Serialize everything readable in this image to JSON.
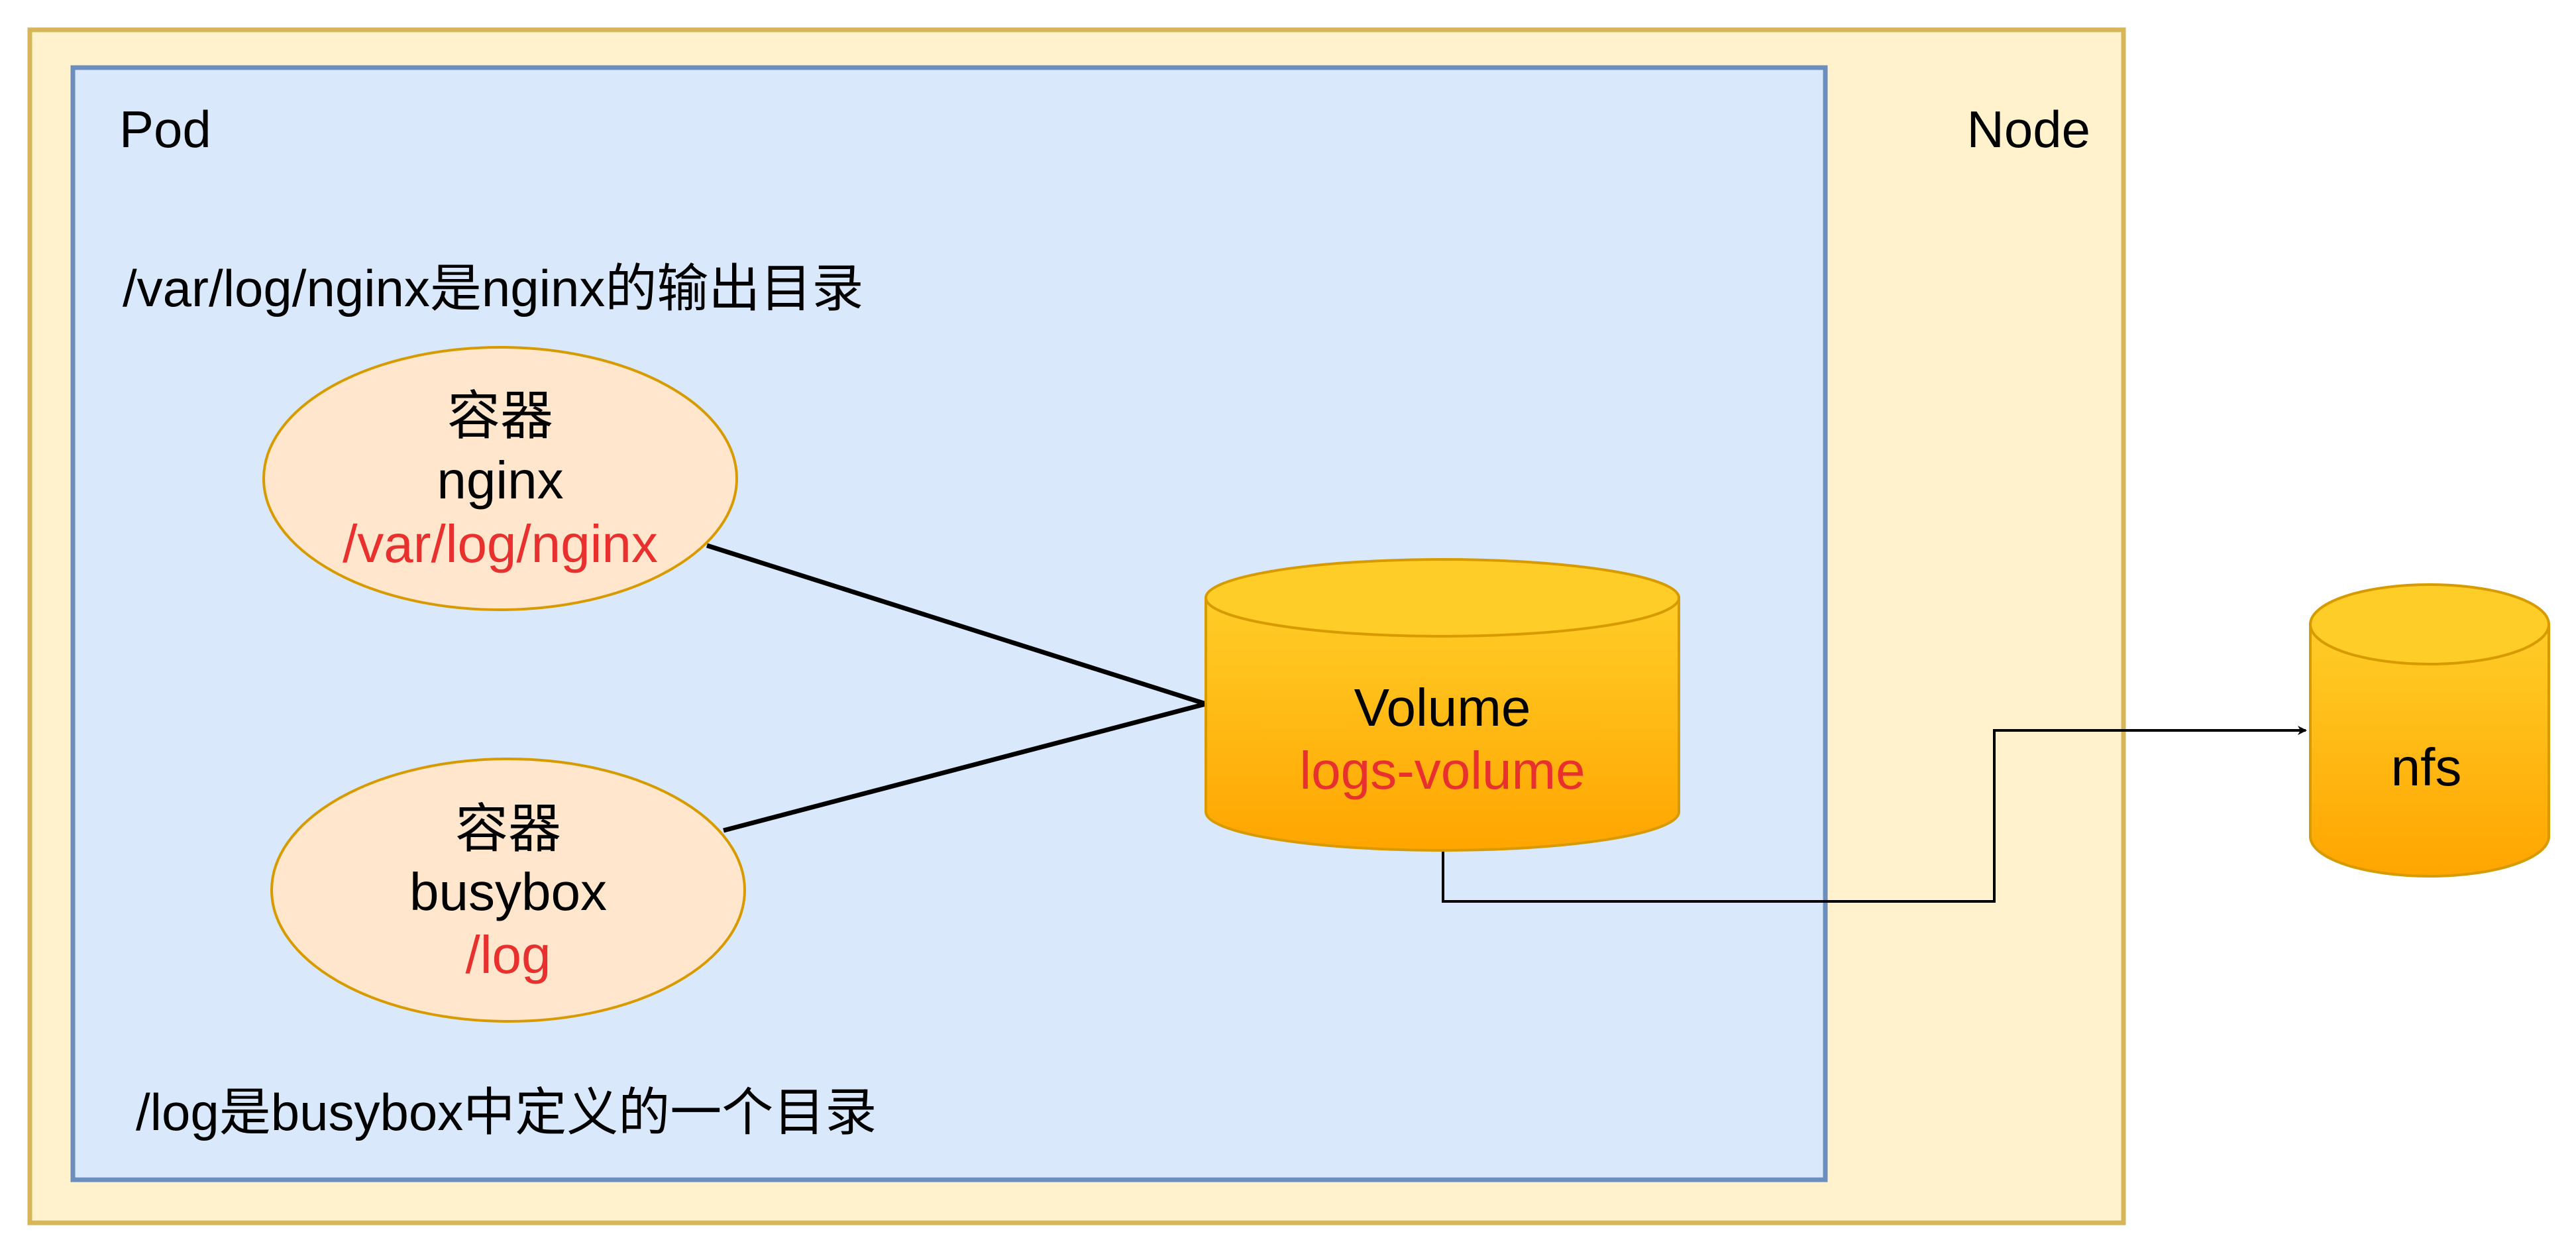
{
  "node": {
    "label": "Node"
  },
  "pod": {
    "label": "Pod",
    "note_top": "/var/log/nginx是nginx的输出目录",
    "note_bottom": "/log是busybox中定义的一个目录"
  },
  "containers": [
    {
      "kind": "容器",
      "name": "nginx",
      "path": "/var/log/nginx"
    },
    {
      "kind": "容器",
      "name": "busybox",
      "path": "/log"
    }
  ],
  "volume": {
    "label": "Volume",
    "name": "logs-volume"
  },
  "nfs": {
    "label": "nfs"
  },
  "colors": {
    "node_fill": "#fff2cc",
    "node_stroke": "#d6b656",
    "pod_fill": "#dae8fc",
    "pod_stroke": "#6c8ebf",
    "container_fill": "#ffe6cc",
    "container_stroke": "#d79b00",
    "cylinder_top": "#ffcd28",
    "cylinder_bottom": "#ffa500",
    "red_text": "#e8302f"
  }
}
